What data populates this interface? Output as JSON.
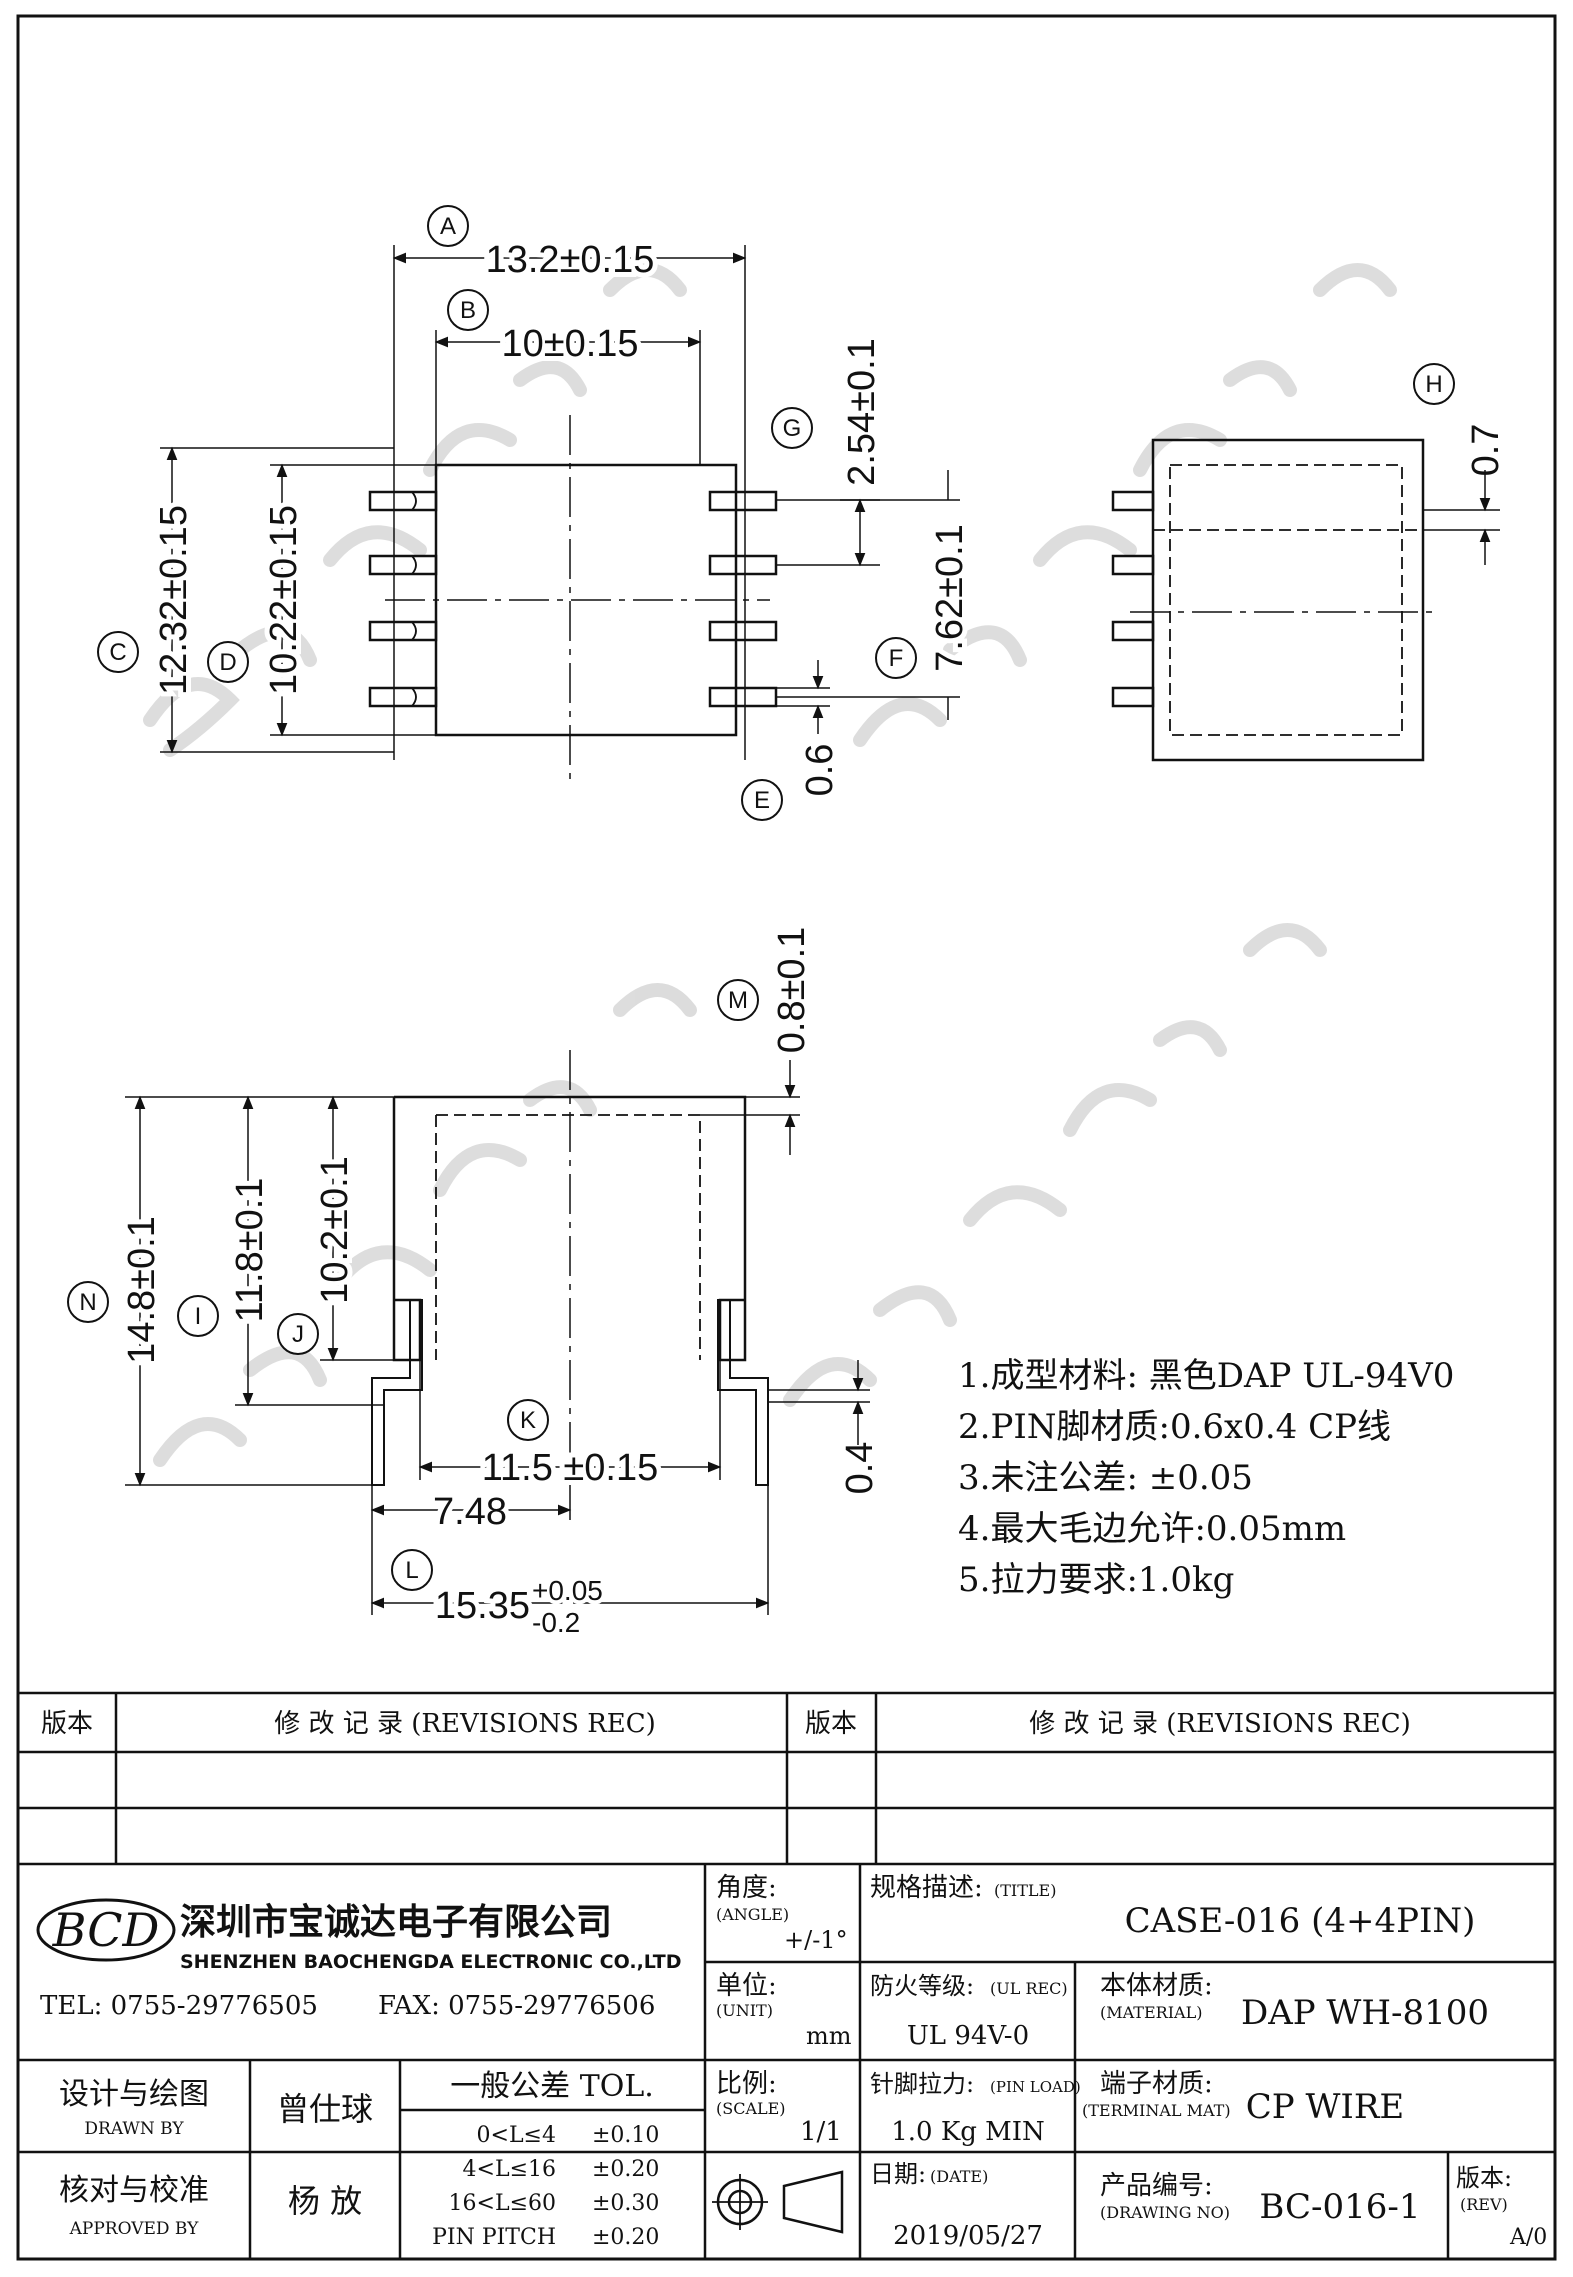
{
  "dims": {
    "A": {
      "tag": "A",
      "text": "13.2±0.15"
    },
    "B": {
      "tag": "B",
      "text": "10±0.15"
    },
    "C": {
      "tag": "C",
      "text": "12.32±0.15"
    },
    "D": {
      "tag": "D",
      "text": "10.22±0.15"
    },
    "E": {
      "tag": "E",
      "text": "0.6"
    },
    "F": {
      "tag": "F",
      "text": "7.62±0.1"
    },
    "G": {
      "tag": "G",
      "text": "2.54±0.1"
    },
    "H": {
      "tag": "H",
      "text": "0.7"
    },
    "I": {
      "tag": "I",
      "text": "11.8±0.1"
    },
    "J": {
      "tag": "J",
      "text": "10.2±0.1"
    },
    "K": {
      "tag": "K",
      "text": "11.5 ±0.15"
    },
    "L": {
      "tag": "L",
      "base": "15.35",
      "upper": "+0.05",
      "lower": "-0.2"
    },
    "M": {
      "tag": "M",
      "text": "0.8±0.1"
    },
    "N": {
      "tag": "N",
      "text": "14.8±0.1"
    },
    "K2": {
      "text": "7.48"
    },
    "P": {
      "text": "0.4"
    }
  },
  "notes": [
    "1.成型材料: 黑色DAP UL-94V0",
    "2.PIN脚材质:0.6x0.4 CP线",
    "3.未注公差: ±0.05",
    "4.最大毛边允许:0.05mm",
    "5.拉力要求:1.0kg"
  ],
  "revisions": {
    "ver_label": "版本",
    "rec_label": "修 改 记 录 (REVISIONS REC)"
  },
  "company": {
    "logo": "BCD",
    "name_cn": "深圳市宝诚达电子有限公司",
    "name_en": "SHENZHEN BAOCHENGDA ELECTRONIC CO.,LTD",
    "tel": "TEL: 0755-29776505",
    "fax": "FAX: 0755-29776506"
  },
  "title_block": {
    "angle_label": "角度:",
    "angle_en": "(ANGLE)",
    "angle_value": "+/-1°",
    "title_label": "规格描述:",
    "title_en": "(TITLE)",
    "title_value": "CASE-016 (4+4PIN)",
    "unit_label": "单位:",
    "unit_en": "(UNIT)",
    "unit_value": "mm",
    "fire_label": "防火等级:",
    "fire_en": "(UL REC)",
    "fire_value": "UL 94V-0",
    "material_label": "本体材质:",
    "material_en": "(MATERIAL)",
    "material_value": "DAP WH-8100",
    "scale_label": "比例:",
    "scale_en": "(SCALE)",
    "scale_value": "1/1",
    "pinload_label": "针脚拉力:",
    "pinload_en": "(PIN LOAD)",
    "pinload_value": "1.0 Kg MIN",
    "terminal_label": "端子材质:",
    "terminal_en": "(TERMINAL MAT)",
    "terminal_value": "CP WIRE",
    "date_label": "日期:",
    "date_en": "(DATE)",
    "date_value": "2019/05/27",
    "drawing_label": "产品编号:",
    "drawing_en": "(DRAWING NO)",
    "drawing_value": "BC-016-1",
    "rev_label": "版本:",
    "rev_en": "(REV)",
    "rev_value": "A/0",
    "drawn_label": "设计与绘图",
    "drawn_en": "DRAWN BY",
    "drawn_value": "曾仕球",
    "approved_label": "核对与校准",
    "approved_en": "APPROVED BY",
    "approved_value": "杨 放",
    "tol_title": "一般公差 TOL.",
    "tol_rows": [
      {
        "range": "0<L≤4",
        "value": "±0.10"
      },
      {
        "range": "4<L≤16",
        "value": "±0.20"
      },
      {
        "range": "16<L≤60",
        "value": "±0.30"
      },
      {
        "range": "PIN PITCH",
        "value": "±0.20"
      }
    ]
  },
  "colors": {
    "line": "#111111",
    "paper": "#ffffff",
    "watermark": "#d9d9d9"
  }
}
